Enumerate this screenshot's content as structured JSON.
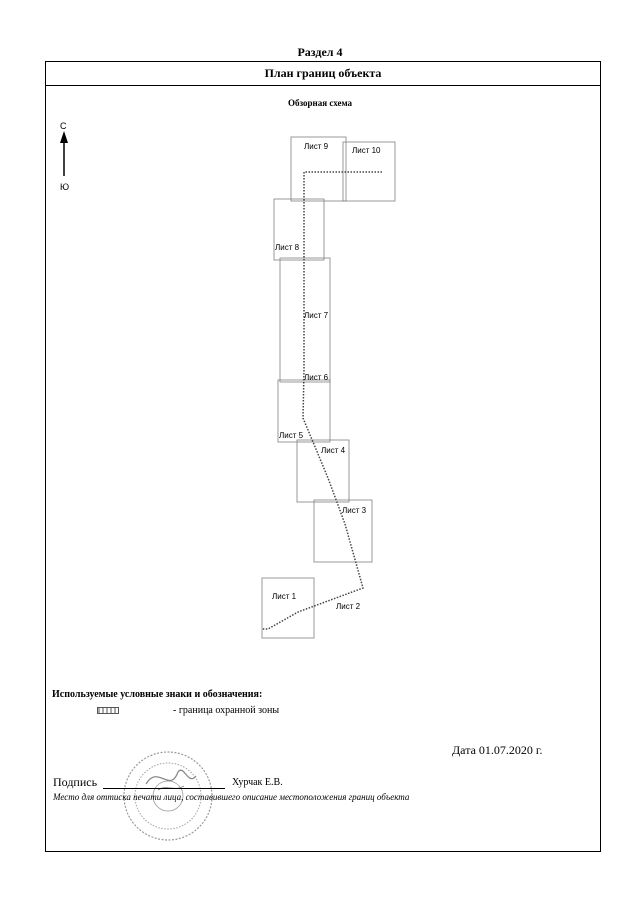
{
  "section_title": "Раздел 4",
  "header": {
    "title": "План границ объекта"
  },
  "scheme": {
    "title": "Обзорная схема",
    "compass": {
      "north": "С",
      "south": "Ю"
    },
    "sheets": [
      "Лист 1",
      "Лист 2",
      "Лист 3",
      "Лист 4",
      "Лист 5",
      "Лист 6",
      "Лист 7",
      "Лист 8",
      "Лист 9",
      "Лист 10"
    ]
  },
  "legend": {
    "title": "Используемые условные знаки и обозначения:",
    "item": "- граница  охранной зоны"
  },
  "footer": {
    "date": "Дата 01.07.2020 г.",
    "signature_label": "Подпись",
    "signer": "Хурчак Е.В.",
    "stamp_note": "Место для оттиска печати лица, составившего описание местоположения границ объекта"
  },
  "colors": {
    "line": "#000000",
    "sheet_border": "#808080",
    "route": "#444444",
    "stamp": "#9a9a9a"
  }
}
